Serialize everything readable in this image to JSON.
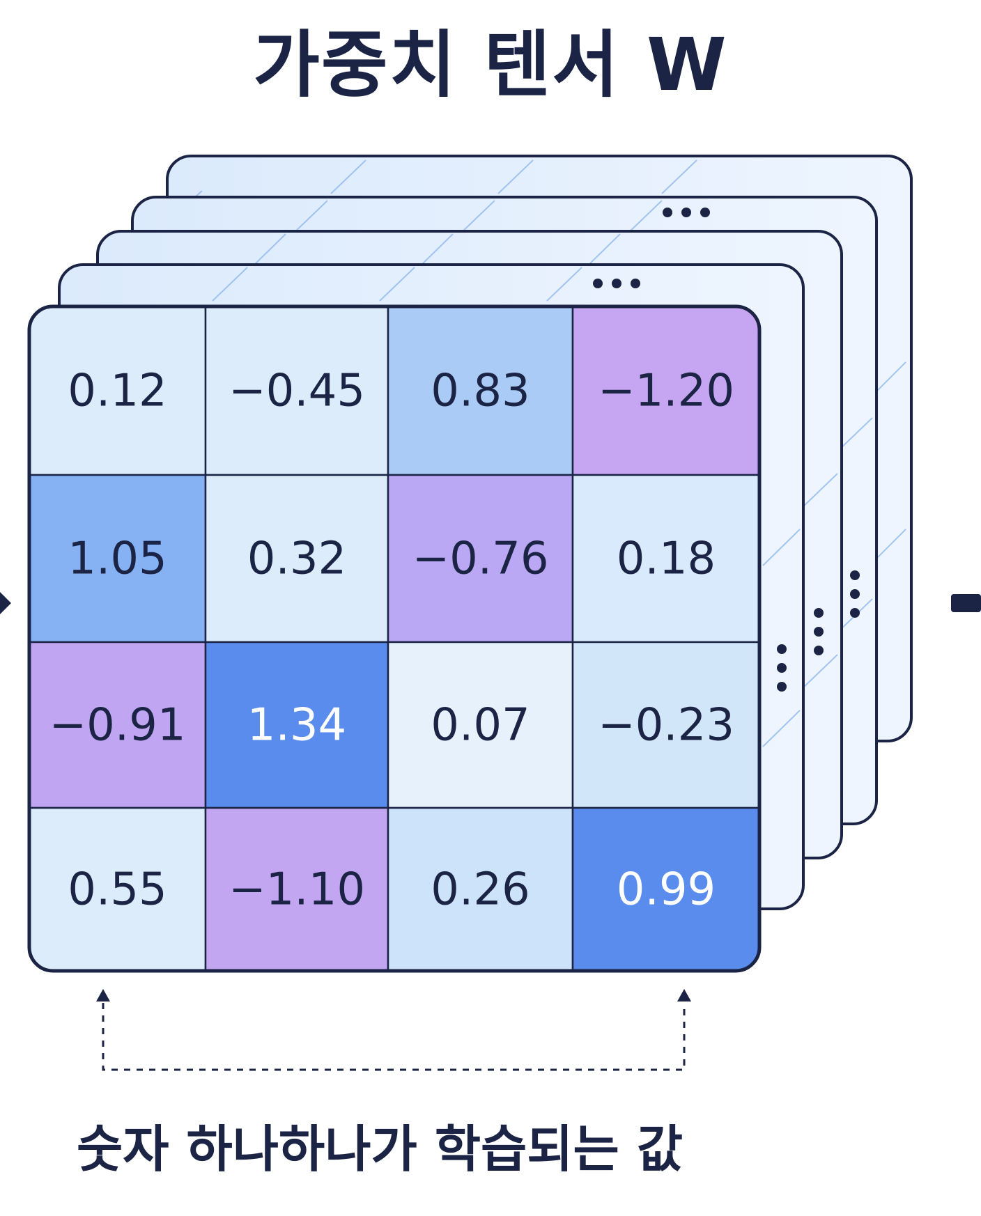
{
  "title": "가중치 텐서 W",
  "caption": "숫자 하나하나가 학습되는 값",
  "ellipsis": "•••",
  "matrix": [
    [
      "0.12",
      "−0.45",
      "0.83",
      "−1.20"
    ],
    [
      "1.05",
      "0.32",
      "−0.76",
      "0.18"
    ],
    [
      "−0.91",
      "1.34",
      "0.07",
      "−0.23"
    ],
    [
      "0.55",
      "−1.10",
      "0.26",
      "0.99"
    ]
  ],
  "cell_colors": [
    [
      "#dcecfb",
      "#dcecfb",
      "#a9cbf6",
      "#c6a5f2"
    ],
    [
      "#86b1f3",
      "#dcecfb",
      "#bba8f4",
      "#d8eafb"
    ],
    [
      "#c0a6f2",
      "#5a8ced",
      "#e6f1fc",
      "#d2e6fa"
    ],
    [
      "#dcecfb",
      "#c3a6f2",
      "#cde3fa",
      "#5a8ced"
    ]
  ],
  "cell_text_colors": [
    [
      "#1b2444",
      "#1b2444",
      "#1b2444",
      "#1b2444"
    ],
    [
      "#1b2444",
      "#1b2444",
      "#1b2444",
      "#1b2444"
    ],
    [
      "#1b2444",
      "#ffffff",
      "#1b2444",
      "#1b2444"
    ],
    [
      "#1b2444",
      "#1b2444",
      "#1b2444",
      "#ffffff"
    ]
  ],
  "colors": {
    "ink": "#1b2444",
    "layer_fill": "#eaf3fd",
    "layer_side": "#d6e8fb",
    "grid_line": "#8fb8ee"
  }
}
